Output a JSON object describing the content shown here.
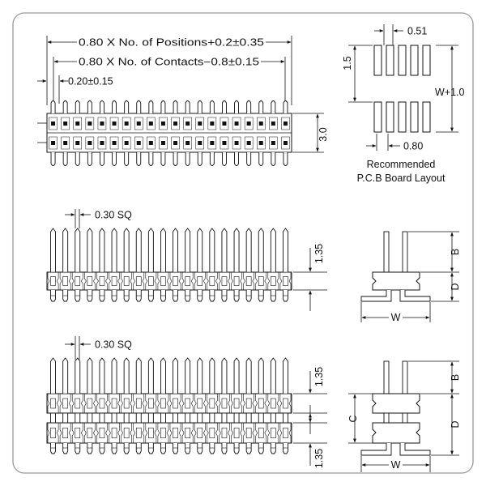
{
  "top_view": {
    "dim_positions": "0.80 X No. of Positions+0.2±0.35",
    "dim_contacts": "0.80 X No. of Contacts−0.8±0.15",
    "dim_pitch_tol": "0.20±0.15",
    "dim_height": "3.0"
  },
  "pcb_layout": {
    "dim_pad_width": "0.51",
    "dim_pad_length": "1.5",
    "dim_total": "W+1.0",
    "dim_pitch": "0.80",
    "caption_line1": "Recommended",
    "caption_line2": "P.C.B Board Layout"
  },
  "single_row": {
    "dim_pin": "0.30 SQ",
    "dim_height": "1.35",
    "side_dim_b": "B",
    "side_dim_d": "D",
    "side_dim_w": "W"
  },
  "double_row": {
    "dim_pin": "0.30 SQ",
    "dim_height_top": "1.35",
    "dim_height_bottom": "1.35",
    "side_dim_b": "B",
    "side_dim_c": "C",
    "side_dim_d": "D",
    "side_dim_w": "W"
  },
  "pin_count": 20
}
